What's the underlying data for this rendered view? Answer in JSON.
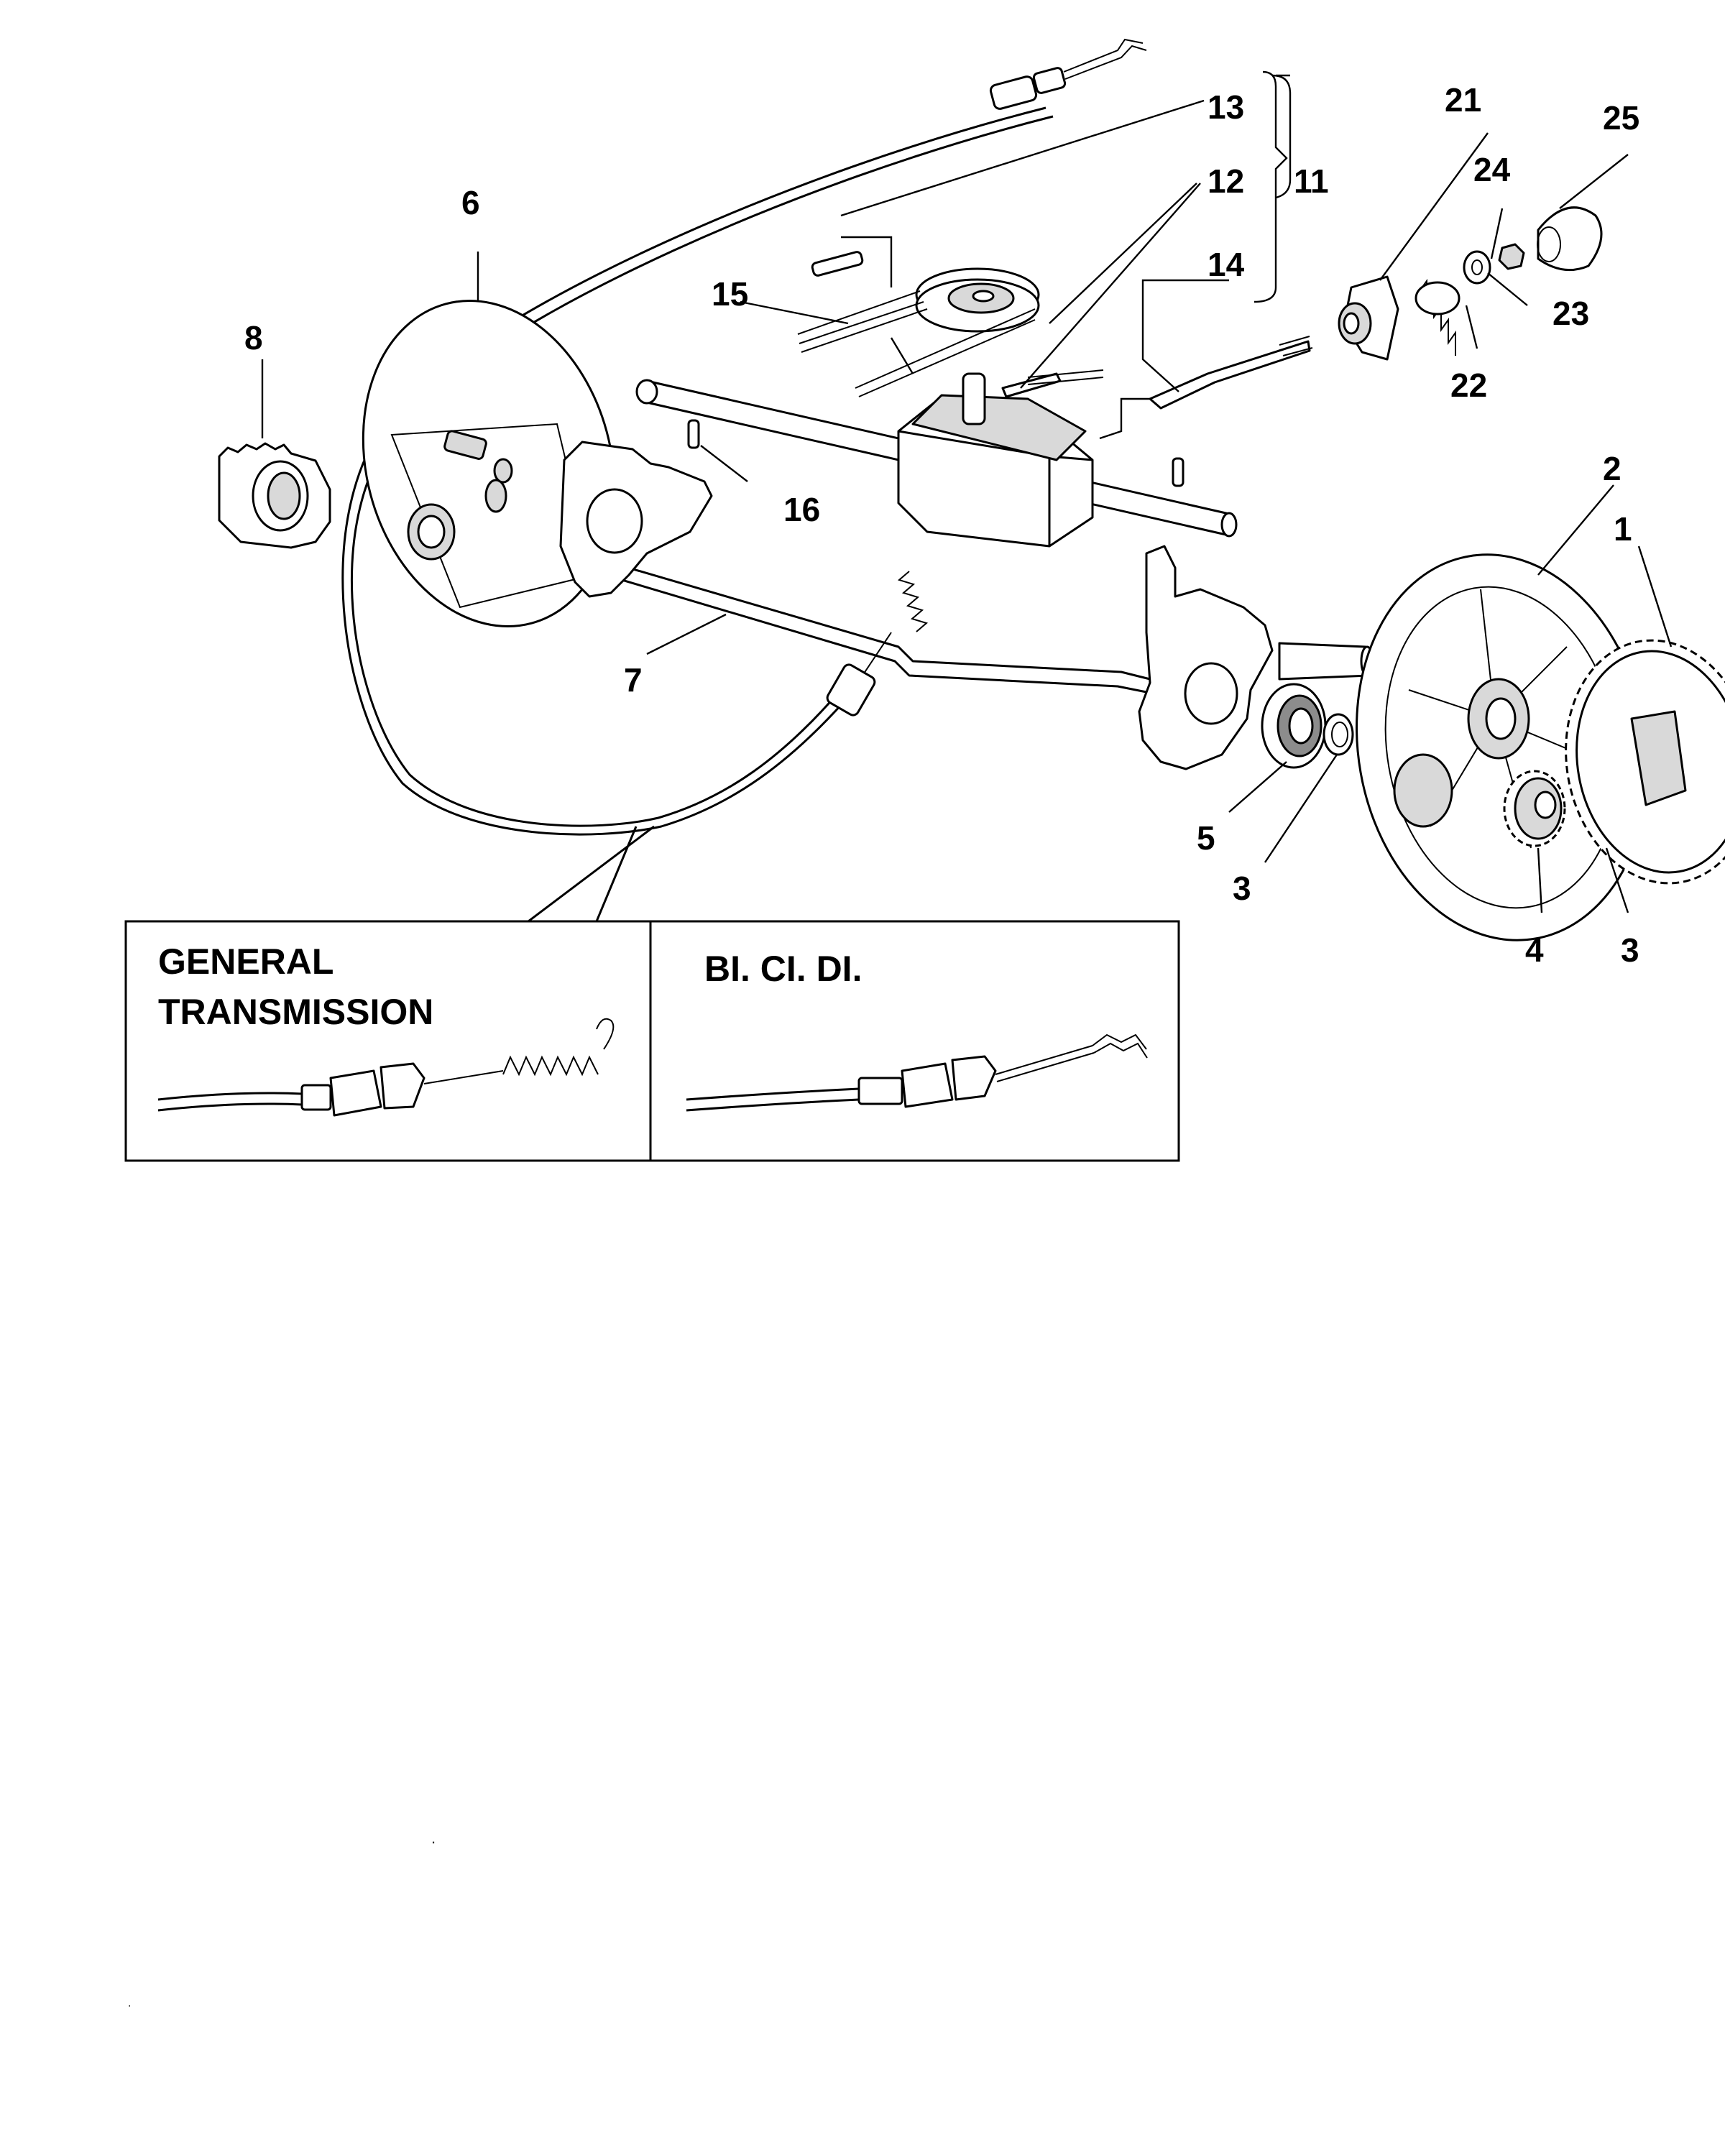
{
  "diagram": {
    "callouts": [
      {
        "id": "1",
        "text": "1"
      },
      {
        "id": "2",
        "text": "2"
      },
      {
        "id": "3a",
        "text": "3"
      },
      {
        "id": "3b",
        "text": "3"
      },
      {
        "id": "4",
        "text": "4"
      },
      {
        "id": "5",
        "text": "5"
      },
      {
        "id": "6",
        "text": "6"
      },
      {
        "id": "7",
        "text": "7"
      },
      {
        "id": "8",
        "text": "8"
      },
      {
        "id": "11",
        "text": "11"
      },
      {
        "id": "12",
        "text": "12"
      },
      {
        "id": "13",
        "text": "13"
      },
      {
        "id": "14",
        "text": "14"
      },
      {
        "id": "15",
        "text": "15"
      },
      {
        "id": "16",
        "text": "16"
      },
      {
        "id": "21",
        "text": "21"
      },
      {
        "id": "22",
        "text": "22"
      },
      {
        "id": "23",
        "text": "23"
      },
      {
        "id": "24",
        "text": "24"
      },
      {
        "id": "25",
        "text": "25"
      }
    ],
    "inset": {
      "left_label_line1": "GENERAL",
      "left_label_line2": "TRANSMISSION",
      "right_label": "BI. CI. DI."
    },
    "stray_mark": "."
  }
}
